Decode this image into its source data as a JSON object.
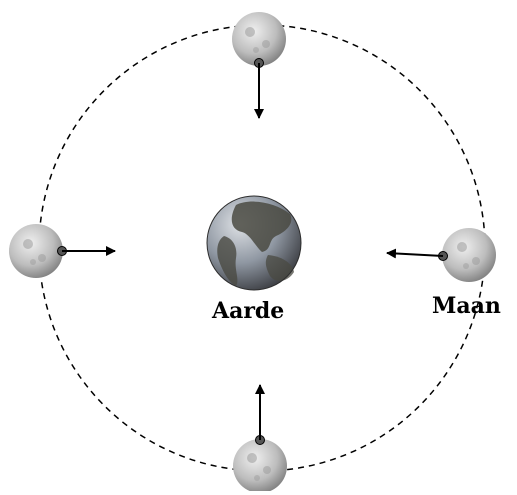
{
  "labels": {
    "earth": "Aarde",
    "moon": "Maan"
  },
  "colors": {
    "orbit": "#000000",
    "arrow": "#000000",
    "moon_light": "#e6e6e6",
    "moon_dark": "#8a8a8a",
    "earth_ocean": "#9aa3b0",
    "earth_land": "#4a4a42"
  },
  "moon_positions": [
    "top",
    "left",
    "right",
    "bottom"
  ]
}
